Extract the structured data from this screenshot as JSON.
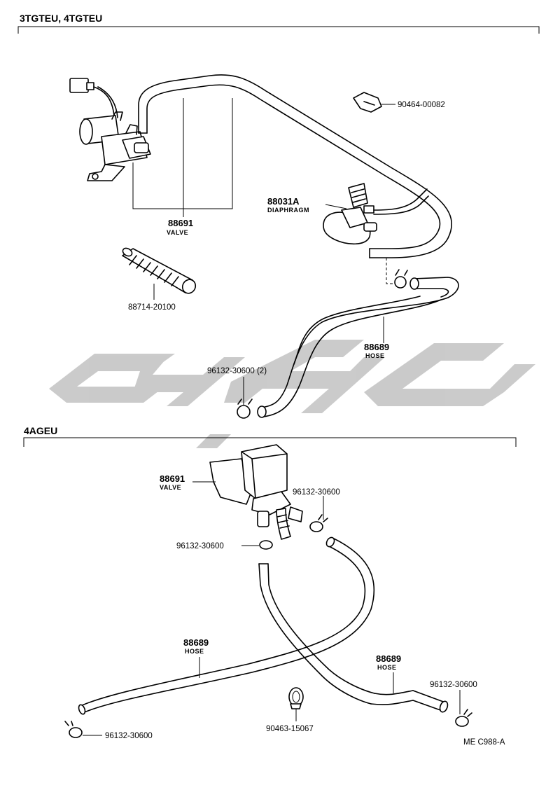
{
  "sections": {
    "top": {
      "title": "3TGTEU, 4TGTEU"
    },
    "bottom": {
      "title": "4AGEU"
    }
  },
  "top_labels": {
    "valve_pn": "88691",
    "valve_name": "VALVE",
    "diaphragm_pn": "88031A",
    "diaphragm_name": "DIAPHRAGM",
    "clip_pn": "90464-00082",
    "sleeve_pn": "88714-20100",
    "hose_pn": "88689",
    "hose_name": "HOSE",
    "clamp_pn": "96132-30600 (2)"
  },
  "bottom_labels": {
    "valve_pn": "88691",
    "valve_name": "VALVE",
    "clamp_right_pn": "96132-30600",
    "clamp_left_pn": "96132-30600",
    "hose_left_pn": "88689",
    "hose_left_name": "HOSE",
    "hose_right_pn": "88689",
    "hose_right_name": "HOSE",
    "clamp_far_right_pn": "96132-30600",
    "clamp_bottom_left_pn": "96132-30600",
    "clip_pn": "90463-15067",
    "ref_code": "ME  C988-A"
  },
  "colors": {
    "watermark": "#c8c8c8",
    "line": "#000000"
  }
}
